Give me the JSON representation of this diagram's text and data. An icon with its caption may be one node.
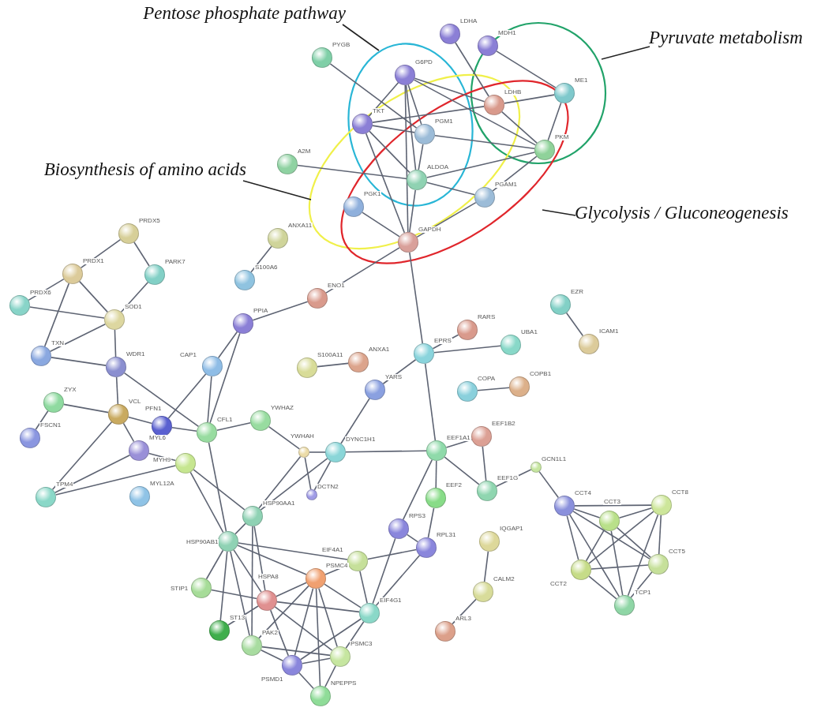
{
  "diagram": {
    "nodes": [
      {
        "text": [
          "Pentose phosphate pathway"
        ]
      },
      {
        "text": [
          "Pyruvate metabolism"
        ]
      },
      {
        "text": [
          "Biosynthesis of amino acids"
        ]
      },
      {
        "text": [
          "Glycolysis / Gluconeogenesis"
        ]
      },
      {
        "text": [
          "LDHA"
        ]
      },
      {
        "text": [
          "MDH1"
        ]
      },
      {
        "text": [
          "PYGB"
        ]
      },
      {
        "text": [
          "G6PD"
        ]
      },
      {
        "text": [
          "ME1"
        ]
      },
      {
        "text": [
          "LDHB"
        ]
      },
      {
        "text": [
          "TKT"
        ]
      },
      {
        "text": [
          "PGM1"
        ]
      },
      {
        "text": [
          "PKM"
        ]
      },
      {
        "text": [
          "A2M"
        ]
      },
      {
        "text": [
          "ALDOA"
        ]
      },
      {
        "text": [
          "PGAM1"
        ]
      },
      {
        "text": [
          "PGK1"
        ]
      },
      {
        "text": [
          "GAPDH"
        ]
      },
      {
        "text": [
          "ANXA11"
        ]
      },
      {
        "text": [
          "PRDX5"
        ]
      },
      {
        "text": [
          "PRDX1"
        ]
      },
      {
        "text": [
          "PARK7"
        ]
      },
      {
        "text": [
          "S100A6"
        ]
      },
      {
        "text": [
          "PRDX6"
        ]
      },
      {
        "text": [
          "SOD1"
        ]
      },
      {
        "text": [
          "ENO1"
        ]
      },
      {
        "text": [
          "PPIA"
        ]
      },
      {
        "text": [
          "EZR"
        ]
      },
      {
        "text": [
          "ICAM1"
        ]
      },
      {
        "text": [
          "TXN"
        ]
      },
      {
        "text": [
          "WDR1"
        ]
      },
      {
        "text": [
          "RARS"
        ]
      },
      {
        "text": [
          "EPRS"
        ]
      },
      {
        "text": [
          "UBA1"
        ]
      },
      {
        "text": [
          "S100A11"
        ]
      },
      {
        "text": [
          "ANXA1"
        ]
      },
      {
        "text": [
          "CAP1"
        ]
      },
      {
        "text": [
          "YARS"
        ]
      },
      {
        "text": [
          "COPA"
        ]
      },
      {
        "text": [
          "COPB1"
        ]
      },
      {
        "text": [
          "ZYX"
        ]
      },
      {
        "text": [
          "VCL"
        ]
      },
      {
        "text": [
          "PFN1"
        ]
      },
      {
        "text": [
          "CFL1"
        ]
      },
      {
        "text": [
          "YWHAZ"
        ]
      },
      {
        "text": [
          "FSCN1"
        ]
      },
      {
        "text": [
          "MYL6"
        ]
      },
      {
        "text": [
          "YWHAH"
        ]
      },
      {
        "text": [
          "DYNC1H1"
        ]
      },
      {
        "text": [
          "EEF1A1"
        ]
      },
      {
        "text": [
          "EEF1B2"
        ]
      },
      {
        "text": [
          "MYH9"
        ]
      },
      {
        "text": [
          "GCN1L1"
        ]
      },
      {
        "text": [
          "TPM4"
        ]
      },
      {
        "text": [
          "MYL12A"
        ]
      },
      {
        "text": [
          "DCTN2"
        ]
      },
      {
        "text": [
          "EEF1G"
        ]
      },
      {
        "text": [
          "EEF2"
        ]
      },
      {
        "text": [
          "CCT4"
        ]
      },
      {
        "text": [
          "CCT8"
        ]
      },
      {
        "text": [
          "CCT3"
        ]
      },
      {
        "text": [
          "HSP90AA1"
        ]
      },
      {
        "text": [
          "HSP90AB1"
        ]
      },
      {
        "text": [
          "RPS3"
        ]
      },
      {
        "text": [
          "RPL31"
        ]
      },
      {
        "text": [
          "IQGAP1"
        ]
      },
      {
        "text": [
          "CCT5"
        ]
      },
      {
        "text": [
          "CCT2"
        ]
      },
      {
        "text": [
          "EIF4A1"
        ]
      },
      {
        "text": [
          "STIP1"
        ]
      },
      {
        "text": [
          "PSMC4"
        ]
      },
      {
        "text": [
          "HSPA8"
        ]
      },
      {
        "text": [
          "EIF4G1"
        ]
      },
      {
        "text": [
          "CALM2"
        ]
      },
      {
        "text": [
          "TCP1"
        ]
      },
      {
        "text": [
          "ST13"
        ]
      },
      {
        "text": [
          "PAK2"
        ]
      },
      {
        "text": [
          "PSMC3"
        ]
      },
      {
        "text": [
          "PSMD1"
        ]
      },
      {
        "text": [
          "ARL3"
        ]
      },
      {
        "text": [
          "NPEPPS"
        ]
      }
    ],
    "edges": [
      {
        "from": 0,
        "to": null,
        "arrow": "none"
      },
      {
        "from": 1,
        "to": null,
        "arrow": "none"
      },
      {
        "from": 2,
        "to": null,
        "arrow": "none"
      },
      {
        "from": 3,
        "to": null,
        "arrow": "none"
      },
      {
        "from": 4,
        "to": 9,
        "arrow": "none"
      },
      {
        "from": 5,
        "to": 8,
        "arrow": "none"
      },
      {
        "from": 6,
        "to": 11,
        "arrow": "none"
      },
      {
        "from": 7,
        "to": 10,
        "arrow": "none"
      },
      {
        "from": 7,
        "to": 11,
        "arrow": "none"
      },
      {
        "from": 7,
        "to": 14,
        "arrow": "none"
      },
      {
        "from": 7,
        "to": 17,
        "arrow": "none"
      },
      {
        "from": 7,
        "to": 12,
        "arrow": "none"
      },
      {
        "from": 7,
        "to": 9,
        "arrow": "none"
      },
      {
        "from": 10,
        "to": 11,
        "arrow": "none"
      },
      {
        "from": 10,
        "to": 14,
        "arrow": "none"
      },
      {
        "from": 10,
        "to": 17,
        "arrow": "none"
      },
      {
        "from": 10,
        "to": 9,
        "arrow": "none"
      },
      {
        "from": 11,
        "to": 14,
        "arrow": "none"
      },
      {
        "from": 11,
        "to": 12,
        "arrow": "none"
      },
      {
        "from": 9,
        "to": 8,
        "arrow": "none"
      },
      {
        "from": 9,
        "to": 12,
        "arrow": "none"
      },
      {
        "from": 8,
        "to": 12,
        "arrow": "none"
      },
      {
        "from": 12,
        "to": 15,
        "arrow": "none"
      },
      {
        "from": 12,
        "to": 14,
        "arrow": "none"
      },
      {
        "from": 14,
        "to": 15,
        "arrow": "none"
      },
      {
        "from": 14,
        "to": 17,
        "arrow": "none"
      },
      {
        "from": 13,
        "to": 14,
        "arrow": "none"
      },
      {
        "from": 16,
        "to": 17,
        "arrow": "none"
      },
      {
        "from": 15,
        "to": 17,
        "arrow": "none"
      },
      {
        "from": 17,
        "to": 25,
        "arrow": "none"
      },
      {
        "from": 17,
        "to": 32,
        "arrow": "none"
      },
      {
        "from": 18,
        "to": 22,
        "arrow": "none"
      },
      {
        "from": 25,
        "to": 26,
        "arrow": "none"
      },
      {
        "from": 19,
        "to": 20,
        "arrow": "none"
      },
      {
        "from": 19,
        "to": 21,
        "arrow": "none"
      },
      {
        "from": 20,
        "to": 23,
        "arrow": "none"
      },
      {
        "from": 20,
        "to": 24,
        "arrow": "none"
      },
      {
        "from": 20,
        "to": 29,
        "arrow": "none"
      },
      {
        "from": 21,
        "to": 24,
        "arrow": "none"
      },
      {
        "from": 23,
        "to": 24,
        "arrow": "none"
      },
      {
        "from": 24,
        "to": 29,
        "arrow": "none"
      },
      {
        "from": 24,
        "to": 30,
        "arrow": "none"
      },
      {
        "from": 29,
        "to": 30,
        "arrow": "none"
      },
      {
        "from": 30,
        "to": 41,
        "arrow": "none"
      },
      {
        "from": 30,
        "to": 43,
        "arrow": "none"
      },
      {
        "from": 26,
        "to": 36,
        "arrow": "none"
      },
      {
        "from": 26,
        "to": 43,
        "arrow": "none"
      },
      {
        "from": 36,
        "to": 42,
        "arrow": "none"
      },
      {
        "from": 36,
        "to": 43,
        "arrow": "none"
      },
      {
        "from": 40,
        "to": 41,
        "arrow": "none"
      },
      {
        "from": 40,
        "to": 45,
        "arrow": "none"
      },
      {
        "from": 41,
        "to": 42,
        "arrow": "none"
      },
      {
        "from": 41,
        "to": 46,
        "arrow": "none"
      },
      {
        "from": 41,
        "to": 53,
        "arrow": "none"
      },
      {
        "from": 42,
        "to": 43,
        "arrow": "none"
      },
      {
        "from": 43,
        "to": 44,
        "arrow": "none"
      },
      {
        "from": 46,
        "to": 51,
        "arrow": "none"
      },
      {
        "from": 46,
        "to": 53,
        "arrow": "none"
      },
      {
        "from": 51,
        "to": 53,
        "arrow": "none"
      },
      {
        "from": 51,
        "to": 62,
        "arrow": "none"
      },
      {
        "from": 51,
        "to": 61,
        "arrow": "none"
      },
      {
        "from": 43,
        "to": 62,
        "arrow": "none"
      },
      {
        "from": 44,
        "to": 47,
        "arrow": "none"
      },
      {
        "from": 47,
        "to": 48,
        "arrow": "none"
      },
      {
        "from": 47,
        "to": 55,
        "arrow": "none"
      },
      {
        "from": 47,
        "to": 61,
        "arrow": "none"
      },
      {
        "from": 48,
        "to": 49,
        "arrow": "none"
      },
      {
        "from": 48,
        "to": 37,
        "arrow": "none"
      },
      {
        "from": 48,
        "to": 55,
        "arrow": "none"
      },
      {
        "from": 48,
        "to": 61,
        "arrow": "none"
      },
      {
        "from": 37,
        "to": 32,
        "arrow": "none"
      },
      {
        "from": 32,
        "to": 31,
        "arrow": "none"
      },
      {
        "from": 32,
        "to": 33,
        "arrow": "none"
      },
      {
        "from": 32,
        "to": 49,
        "arrow": "none"
      },
      {
        "from": 34,
        "to": 35,
        "arrow": "none"
      },
      {
        "from": 38,
        "to": 39,
        "arrow": "none"
      },
      {
        "from": 27,
        "to": 28,
        "arrow": "none"
      },
      {
        "from": 49,
        "to": 50,
        "arrow": "none"
      },
      {
        "from": 49,
        "to": 56,
        "arrow": "none"
      },
      {
        "from": 49,
        "to": 57,
        "arrow": "none"
      },
      {
        "from": 49,
        "to": 63,
        "arrow": "none"
      },
      {
        "from": 50,
        "to": 56,
        "arrow": "none"
      },
      {
        "from": 56,
        "to": 52,
        "arrow": "none"
      },
      {
        "from": 52,
        "to": 58,
        "arrow": "none"
      },
      {
        "from": 57,
        "to": 64,
        "arrow": "none"
      },
      {
        "from": 63,
        "to": 72,
        "arrow": "none"
      },
      {
        "from": 64,
        "to": 72,
        "arrow": "none"
      },
      {
        "from": 63,
        "to": 64,
        "arrow": "none"
      },
      {
        "from": 68,
        "to": 64,
        "arrow": "none"
      },
      {
        "from": 65,
        "to": 73,
        "arrow": "none"
      },
      {
        "from": 73,
        "to": 79,
        "arrow": "none"
      },
      {
        "from": 58,
        "to": 60,
        "arrow": "none"
      },
      {
        "from": 58,
        "to": 59,
        "arrow": "none"
      },
      {
        "from": 58,
        "to": 66,
        "arrow": "none"
      },
      {
        "from": 58,
        "to": 67,
        "arrow": "none"
      },
      {
        "from": 58,
        "to": 74,
        "arrow": "none"
      },
      {
        "from": 60,
        "to": 59,
        "arrow": "none"
      },
      {
        "from": 60,
        "to": 66,
        "arrow": "none"
      },
      {
        "from": 60,
        "to": 67,
        "arrow": "none"
      },
      {
        "from": 60,
        "to": 74,
        "arrow": "none"
      },
      {
        "from": 59,
        "to": 66,
        "arrow": "none"
      },
      {
        "from": 59,
        "to": 67,
        "arrow": "none"
      },
      {
        "from": 59,
        "to": 74,
        "arrow": "none"
      },
      {
        "from": 66,
        "to": 67,
        "arrow": "none"
      },
      {
        "from": 66,
        "to": 74,
        "arrow": "none"
      },
      {
        "from": 67,
        "to": 74,
        "arrow": "none"
      },
      {
        "from": 61,
        "to": 62,
        "arrow": "none"
      },
      {
        "from": 61,
        "to": 71,
        "arrow": "none"
      },
      {
        "from": 61,
        "to": 76,
        "arrow": "none"
      },
      {
        "from": 62,
        "to": 69,
        "arrow": "none"
      },
      {
        "from": 62,
        "to": 71,
        "arrow": "none"
      },
      {
        "from": 62,
        "to": 75,
        "arrow": "none"
      },
      {
        "from": 62,
        "to": 76,
        "arrow": "none"
      },
      {
        "from": 62,
        "to": 68,
        "arrow": "none"
      },
      {
        "from": 62,
        "to": 70,
        "arrow": "none"
      },
      {
        "from": 69,
        "to": 71,
        "arrow": "none"
      },
      {
        "from": 71,
        "to": 75,
        "arrow": "none"
      },
      {
        "from": 71,
        "to": 70,
        "arrow": "none"
      },
      {
        "from": 71,
        "to": 72,
        "arrow": "none"
      },
      {
        "from": 71,
        "to": 78,
        "arrow": "none"
      },
      {
        "from": 71,
        "to": 77,
        "arrow": "none"
      },
      {
        "from": 70,
        "to": 68,
        "arrow": "none"
      },
      {
        "from": 70,
        "to": 72,
        "arrow": "none"
      },
      {
        "from": 70,
        "to": 76,
        "arrow": "none"
      },
      {
        "from": 70,
        "to": 78,
        "arrow": "none"
      },
      {
        "from": 70,
        "to": 77,
        "arrow": "none"
      },
      {
        "from": 70,
        "to": 80,
        "arrow": "none"
      },
      {
        "from": 68,
        "to": 72,
        "arrow": "none"
      },
      {
        "from": 72,
        "to": 77,
        "arrow": "none"
      },
      {
        "from": 72,
        "to": 78,
        "arrow": "none"
      },
      {
        "from": 76,
        "to": 78,
        "arrow": "none"
      },
      {
        "from": 76,
        "to": 77,
        "arrow": "none"
      },
      {
        "from": 78,
        "to": 77,
        "arrow": "none"
      },
      {
        "from": 78,
        "to": 80,
        "arrow": "none"
      },
      {
        "from": 77,
        "to": 80,
        "arrow": "none"
      }
    ]
  }
}
